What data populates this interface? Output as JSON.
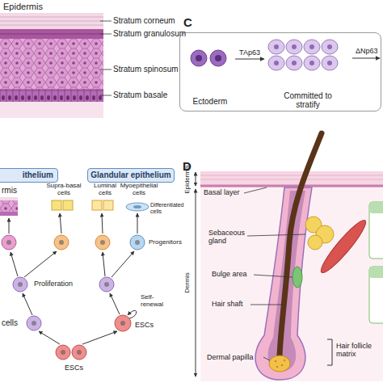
{
  "diagram": {
    "nodes": [
      {
        "text": [
          "C"
        ]
      },
      {
        "text": [
          "Ectoderm"
        ],
        "in": 0
      },
      {
        "text": [
          "Committed to stratify"
        ],
        "in": 0
      },
      {
        "text": [
          "ithelium"
        ]
      },
      {
        "text": [
          "Glandular epithelium"
        ]
      }
    ],
    "edges": [
      {
        "from": 1,
        "to": 2,
        "arrow": "to",
        "label": "TAp63"
      }
    ],
    "labels": [
      "Epidermis",
      "Stratum corneum",
      "Stratum granulosum",
      "Stratum spinosum",
      "Stratum basale",
      "ΔNp63",
      "rmis",
      "Supra-basal cells",
      "Luminal cells",
      "Myoepithelial cells",
      "Differentiated cells",
      "Progenitors",
      "Proliferation",
      "Self-renewal",
      "cells",
      "ESCs",
      "ESCs",
      "D",
      "Epidermis",
      "Dermis",
      "Basal layer",
      "Sebaceous gland",
      "Bulge area",
      "Hair shaft",
      "Dermal papilla",
      "Hair follicle matrix"
    ]
  }
}
